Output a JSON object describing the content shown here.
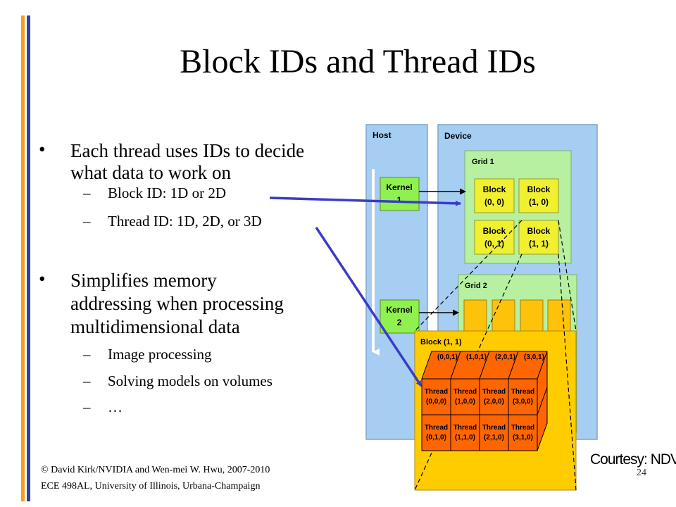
{
  "title": "Block IDs and Thread IDs",
  "bullets": [
    {
      "mark": "•",
      "lines": [
        "Each thread uses IDs to decide",
        "what data to work on"
      ],
      "subs": [
        {
          "mark": "–",
          "text": "Block ID: 1D or 2D"
        },
        {
          "mark": "–",
          "text": "Thread ID: 1D, 2D, or 3D"
        }
      ]
    },
    {
      "mark": "•",
      "lines": [
        "Simplifies memory",
        "addressing when processing",
        "multidimensional data"
      ],
      "subs": [
        {
          "mark": "–",
          "text": "Image processing"
        },
        {
          "mark": "–",
          "text": "Solving models on volumes"
        },
        {
          "mark": "–",
          "text": "…"
        }
      ]
    }
  ],
  "footer": {
    "line1": "© David Kirk/NVIDIA and Wen-mei W. Hwu, 2007-2010",
    "line2": "ECE 498AL, University of Illinois, Urbana-Champaign"
  },
  "page_number": "24",
  "courtesy": "Courtesy: NDVIA",
  "diagram": {
    "host_label": "Host",
    "device_label": "Device",
    "kernel1": [
      "Kernel",
      "1"
    ],
    "kernel2": [
      "Kernel",
      "2"
    ],
    "grid1_label": "Grid 1",
    "grid2_label": "Grid 2",
    "grid1_blocks": [
      [
        "Block",
        "(0, 0)"
      ],
      [
        "Block",
        "(1, 0)"
      ],
      [
        "Block",
        "(0, 1)"
      ],
      [
        "Block",
        "(1, 1)"
      ]
    ],
    "block_detail_label": "Block (1, 1)",
    "back_threads": [
      "(0,0,1)",
      "(1,0,1)",
      "(2,0,1)",
      "(3,0,1)"
    ],
    "threads_row0": [
      [
        "Thread",
        "(0,0,0)"
      ],
      [
        "Thread",
        "(1,0,0)"
      ],
      [
        "Thread",
        "(2,0,0)"
      ],
      [
        "Thread",
        "(3,0,0)"
      ]
    ],
    "threads_row1": [
      [
        "Thread",
        "(0,1,0)"
      ],
      [
        "Thread",
        "(1,1,0)"
      ],
      [
        "Thread",
        "(2,1,0)"
      ],
      [
        "Thread",
        "(3,1,0)"
      ]
    ]
  },
  "colors": {
    "bar_orange": "#f0a020",
    "bar_blue": "#2a3fb0",
    "panel_blue": "#a6cdf2",
    "grid_green": "#b6f0a0",
    "kernel_green": "#90f050",
    "block_yellow": "#f0f030",
    "block_detail_bg": "#ffcc00",
    "thread_orange": "#ff6600",
    "arrow_blue": "#3b3bc8"
  }
}
